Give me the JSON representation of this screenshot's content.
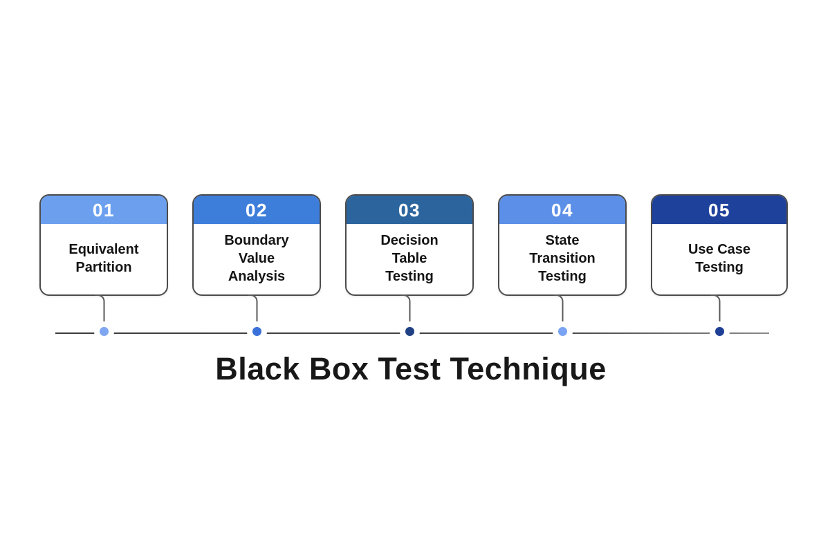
{
  "title": "Black Box Test Technique",
  "timeline_color": "#3c3c3c",
  "cards": [
    {
      "number": "01",
      "label": "Equivalent\nPartition",
      "header_color": "#6CA0EF",
      "dot_color": "#7FA6F0"
    },
    {
      "number": "02",
      "label": "Boundary\nValue\nAnalysis",
      "header_color": "#3D7EDB",
      "dot_color": "#3A70D9"
    },
    {
      "number": "03",
      "label": "Decision\nTable\nTesting",
      "header_color": "#2C659E",
      "dot_color": "#1F4083"
    },
    {
      "number": "04",
      "label": "State\nTransition\nTesting",
      "header_color": "#5C8FE7",
      "dot_color": "#7AA4F3"
    },
    {
      "number": "05",
      "label": "Use Case\nTesting",
      "header_color": "#1E419B",
      "dot_color": "#1E3F96"
    }
  ]
}
